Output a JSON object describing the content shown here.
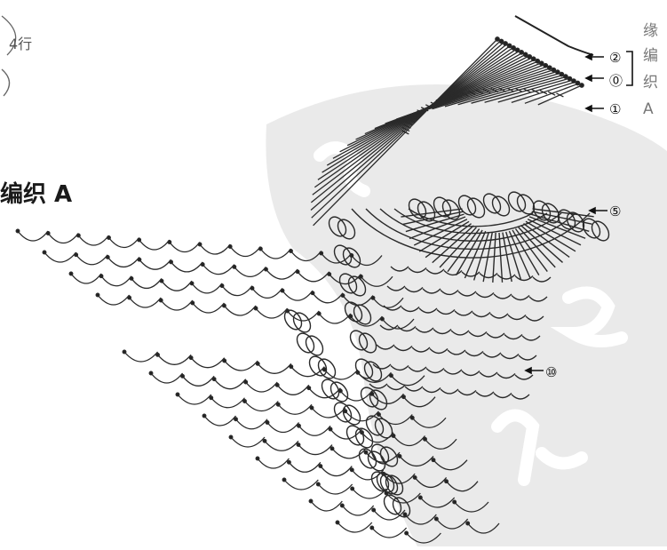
{
  "diagram": {
    "title": "编织 A",
    "top_left_label": "4行",
    "side_label_chars": [
      "缘",
      "编",
      "织",
      "A"
    ],
    "row_markers": [
      {
        "id": "2",
        "glyph": "②"
      },
      {
        "id": "1a",
        "glyph": "⓪"
      },
      {
        "id": "1b",
        "glyph": "①"
      },
      {
        "id": "5",
        "glyph": "⑤"
      },
      {
        "id": "10",
        "glyph": "⑩"
      }
    ],
    "colors": {
      "ink": "#2a2a2a",
      "watermark": "#d9d9d9",
      "background": "#ffffff"
    }
  }
}
